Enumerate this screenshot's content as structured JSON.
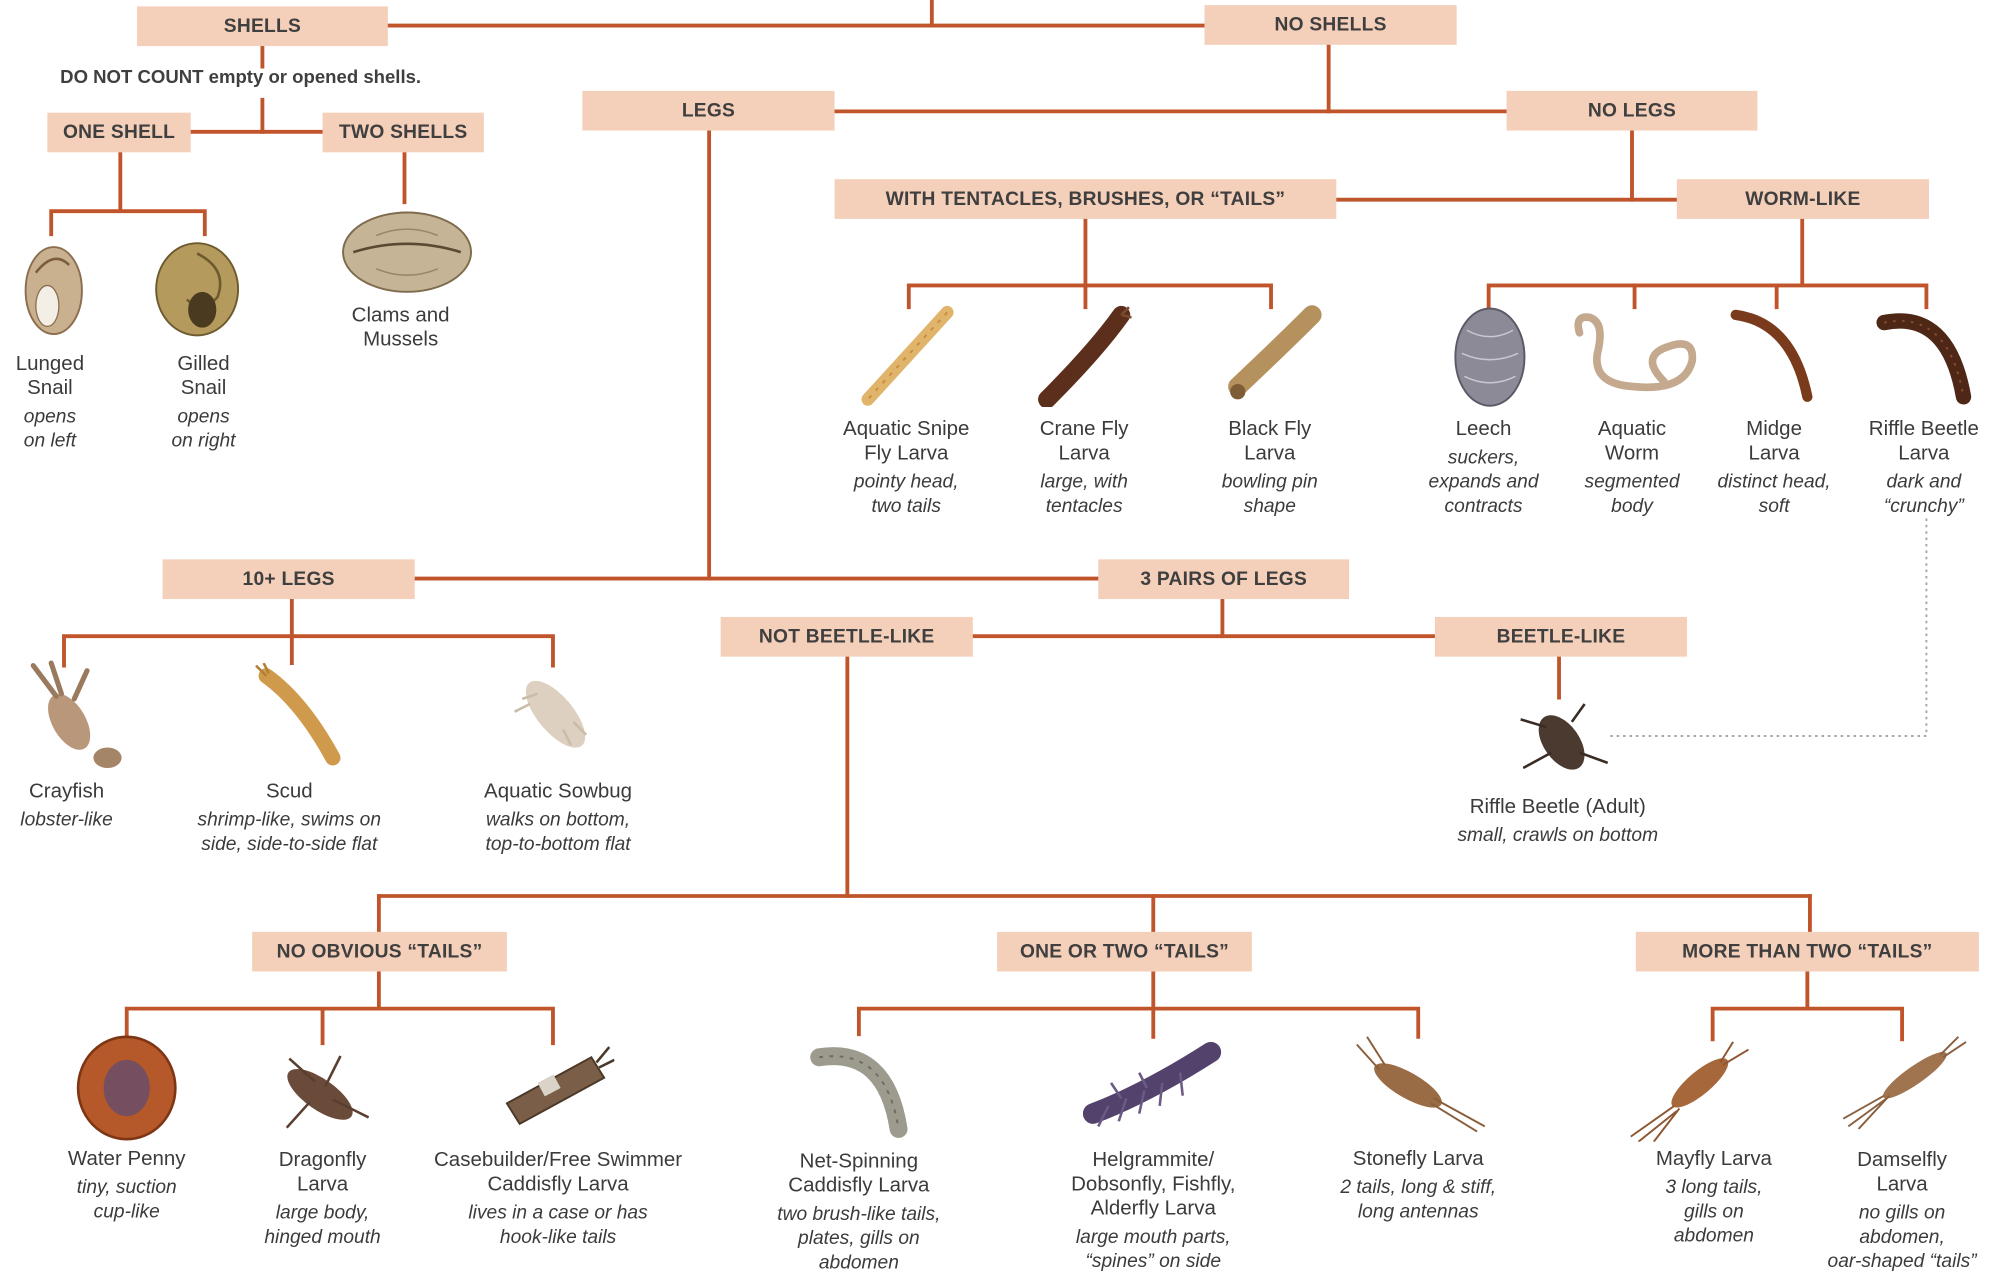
{
  "colors": {
    "box_fill": "#f4cfb9",
    "line": "#c0542a",
    "text": "#3f3f3f"
  },
  "categories": {
    "shells": "SHELLS",
    "no_shells": "NO SHELLS",
    "shells_note": "DO NOT COUNT empty or opened shells.",
    "one_shell": "ONE SHELL",
    "two_shells": "TWO SHELLS",
    "legs": "LEGS",
    "no_legs": "NO LEGS",
    "tentacles": "WITH TENTACLES, BRUSHES, OR “TAILS”",
    "worm_like": "WORM-LIKE",
    "ten_legs": "10+ LEGS",
    "three_pairs": "3 PAIRS OF LEGS",
    "not_beetle": "NOT BEETLE-LIKE",
    "beetle": "BEETLE-LIKE",
    "no_tails": "NO OBVIOUS “TAILS”",
    "one_two_tails": "ONE OR TWO “TAILS”",
    "more_tails": "MORE THAN TWO “TAILS”"
  },
  "organisms": {
    "lunged_snail": {
      "name": "Lunged\nSnail",
      "desc": "opens\non left",
      "icon": "lunged-snail"
    },
    "gilled_snail": {
      "name": "Gilled\nSnail",
      "desc": "opens\non right",
      "icon": "gilled-snail"
    },
    "clams": {
      "name": "Clams and\nMussels",
      "desc": "",
      "icon": "clam"
    },
    "snipe_fly": {
      "name": "Aquatic Snipe\nFly Larva",
      "desc": "pointy head,\ntwo tails",
      "icon": "snipe-fly-larva"
    },
    "crane_fly": {
      "name": "Crane Fly\nLarva",
      "desc": "large, with\ntentacles",
      "icon": "crane-fly-larva"
    },
    "black_fly": {
      "name": "Black Fly\nLarva",
      "desc": "bowling pin\nshape",
      "icon": "black-fly-larva"
    },
    "leech": {
      "name": "Leech",
      "desc": "suckers,\nexpands and\ncontracts",
      "icon": "leech"
    },
    "aquatic_worm": {
      "name": "Aquatic\nWorm",
      "desc": "segmented\nbody",
      "icon": "aquatic-worm"
    },
    "midge": {
      "name": "Midge\nLarva",
      "desc": "distinct head,\nsoft",
      "icon": "midge-larva"
    },
    "riffle_larva": {
      "name": "Riffle Beetle\nLarva",
      "desc": "dark and\n“crunchy”",
      "icon": "riffle-beetle-larva"
    },
    "crayfish": {
      "name": "Crayfish",
      "desc": "lobster-like",
      "icon": "crayfish"
    },
    "scud": {
      "name": "Scud",
      "desc": "shrimp-like, swims on\nside, side-to-side flat",
      "icon": "scud"
    },
    "sowbug": {
      "name": "Aquatic Sowbug",
      "desc": "walks on bottom,\ntop-to-bottom flat",
      "icon": "sowbug"
    },
    "riffle_adult": {
      "name": "Riffle Beetle (Adult)",
      "desc": "small, crawls on bottom",
      "icon": "riffle-beetle-adult"
    },
    "water_penny": {
      "name": "Water Penny",
      "desc": "tiny, suction\ncup-like",
      "icon": "water-penny"
    },
    "dragonfly": {
      "name": "Dragonfly\nLarva",
      "desc": "large body,\nhinged mouth",
      "icon": "dragonfly-larva"
    },
    "casebuilder": {
      "name": "Casebuilder/Free Swimmer\nCaddisfly Larva",
      "desc": "lives in a case or has\nhook-like tails",
      "icon": "casebuilder-caddisfly"
    },
    "net_spinning": {
      "name": "Net-Spinning\nCaddisfly Larva",
      "desc": "two brush-like tails,\nplates, gills on\nabdomen",
      "icon": "net-spinning-caddisfly"
    },
    "helgrammite": {
      "name": "Helgrammite/\nDobsonfly, Fishfly,\nAlderfly Larva",
      "desc": "large mouth parts,\n“spines” on side",
      "icon": "helgrammite"
    },
    "stonefly": {
      "name": "Stonefly Larva",
      "desc": "2 tails, long & stiff,\nlong antennas",
      "icon": "stonefly-larva"
    },
    "mayfly": {
      "name": "Mayfly Larva",
      "desc": "3 long tails,\ngills on\nabdomen",
      "icon": "mayfly-larva"
    },
    "damselfly": {
      "name": "Damselfly\nLarva",
      "desc": "no gills on\nabdomen,\noar-shaped “tails”",
      "icon": "damselfly-larva"
    }
  }
}
